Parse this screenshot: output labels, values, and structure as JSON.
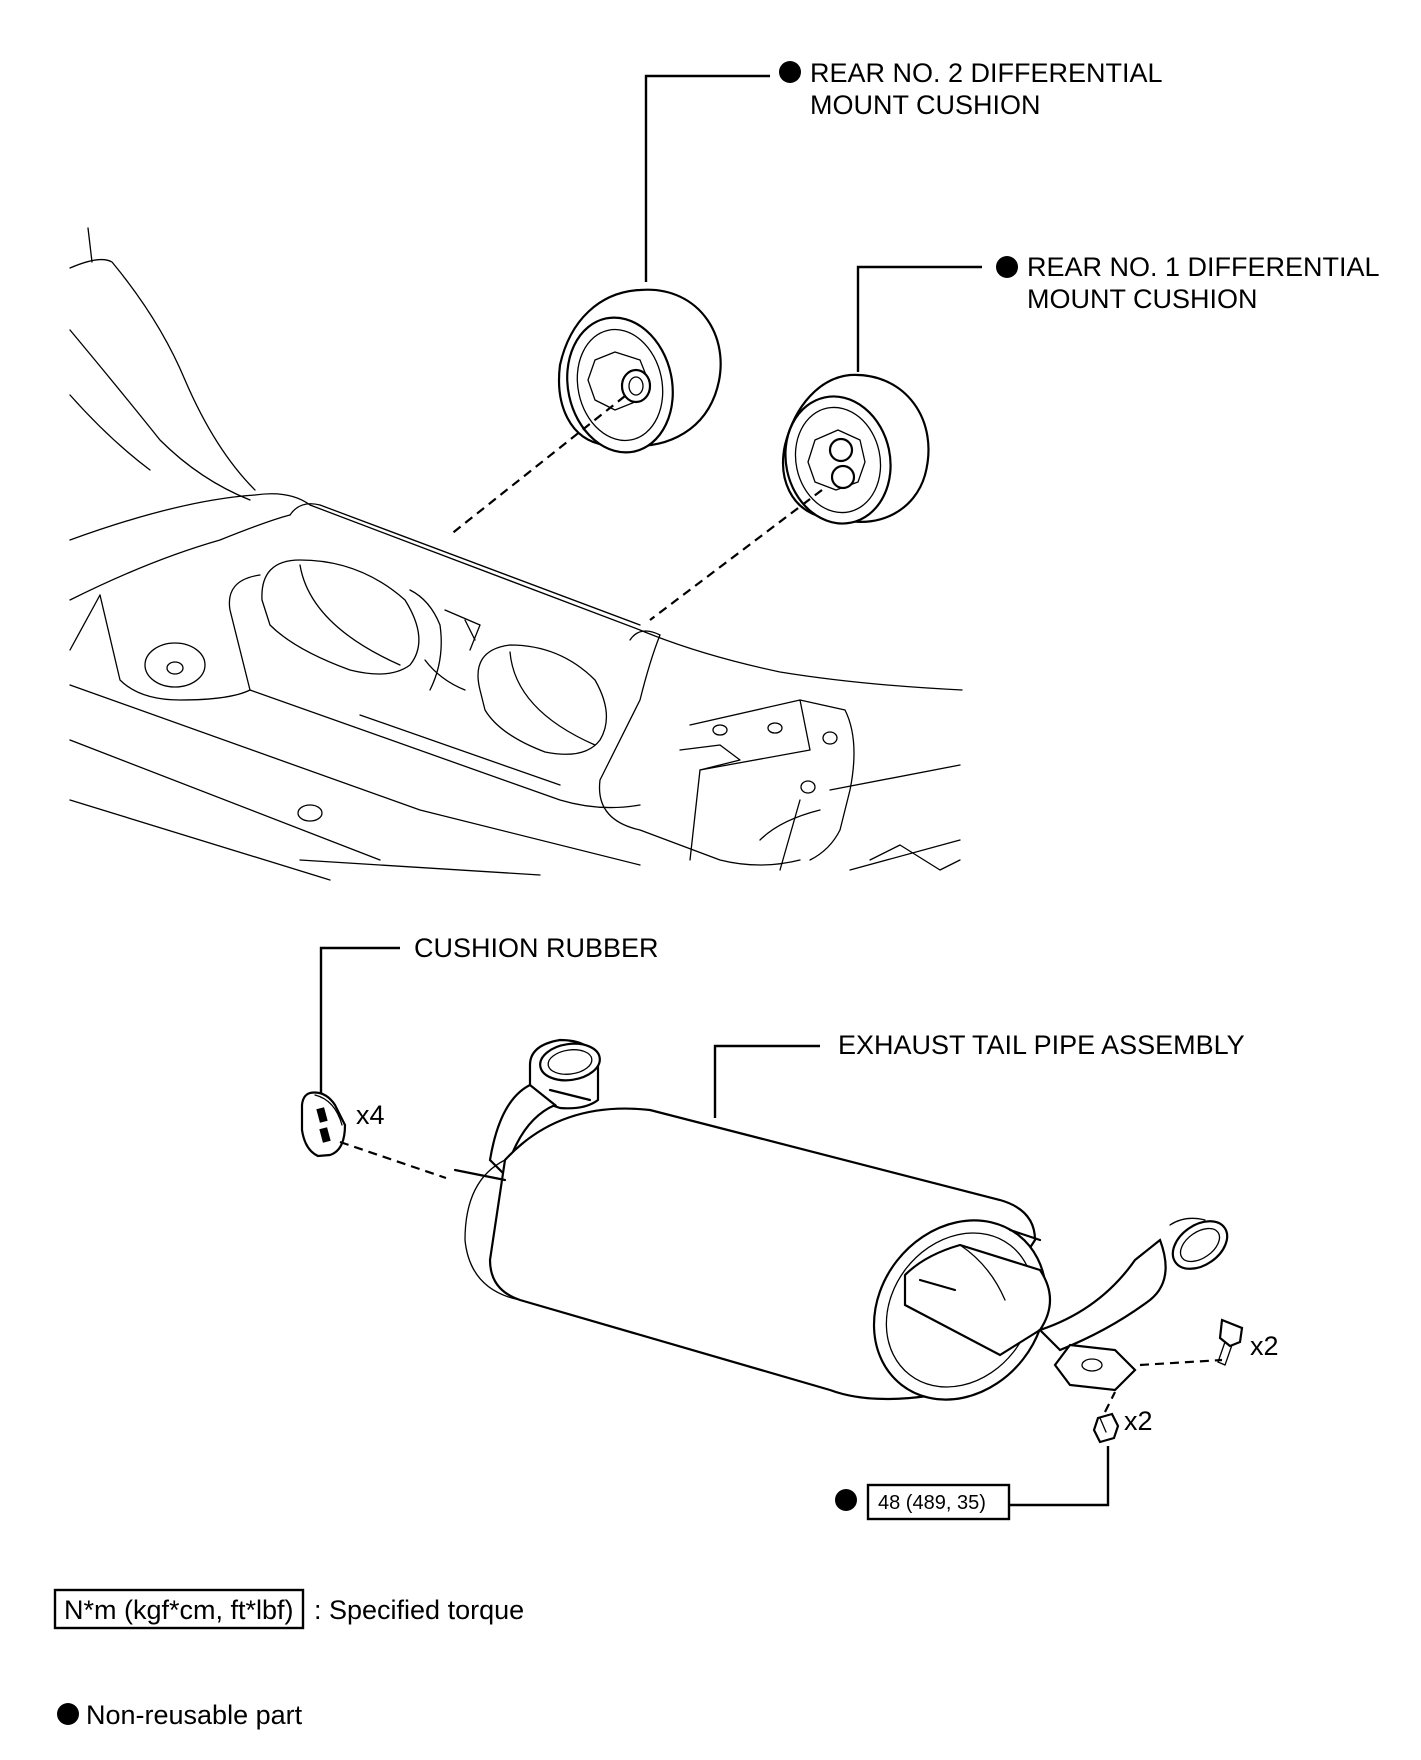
{
  "callouts": {
    "rear_no2_line1": "REAR NO. 2 DIFFERENTIAL",
    "rear_no2_line2": "MOUNT CUSHION",
    "rear_no1_line1": "REAR NO. 1 DIFFERENTIAL",
    "rear_no1_line2": "MOUNT CUSHION",
    "cushion_rubber": "CUSHION RUBBER",
    "cushion_rubber_qty": "x4",
    "exhaust_tail_pipe": "EXHAUST TAIL PIPE ASSEMBLY",
    "bolt_qty": "x2",
    "nut_qty": "x2",
    "torque_value": "48 (489, 35)"
  },
  "legend": {
    "torque_units": "N*m (kgf*cm, ft*lbf)",
    "torque_desc": ": Specified torque",
    "non_reusable": "Non-reusable part"
  },
  "icons": {
    "non_reusable_marker": "filled-circle",
    "marker_color": "#000000"
  }
}
